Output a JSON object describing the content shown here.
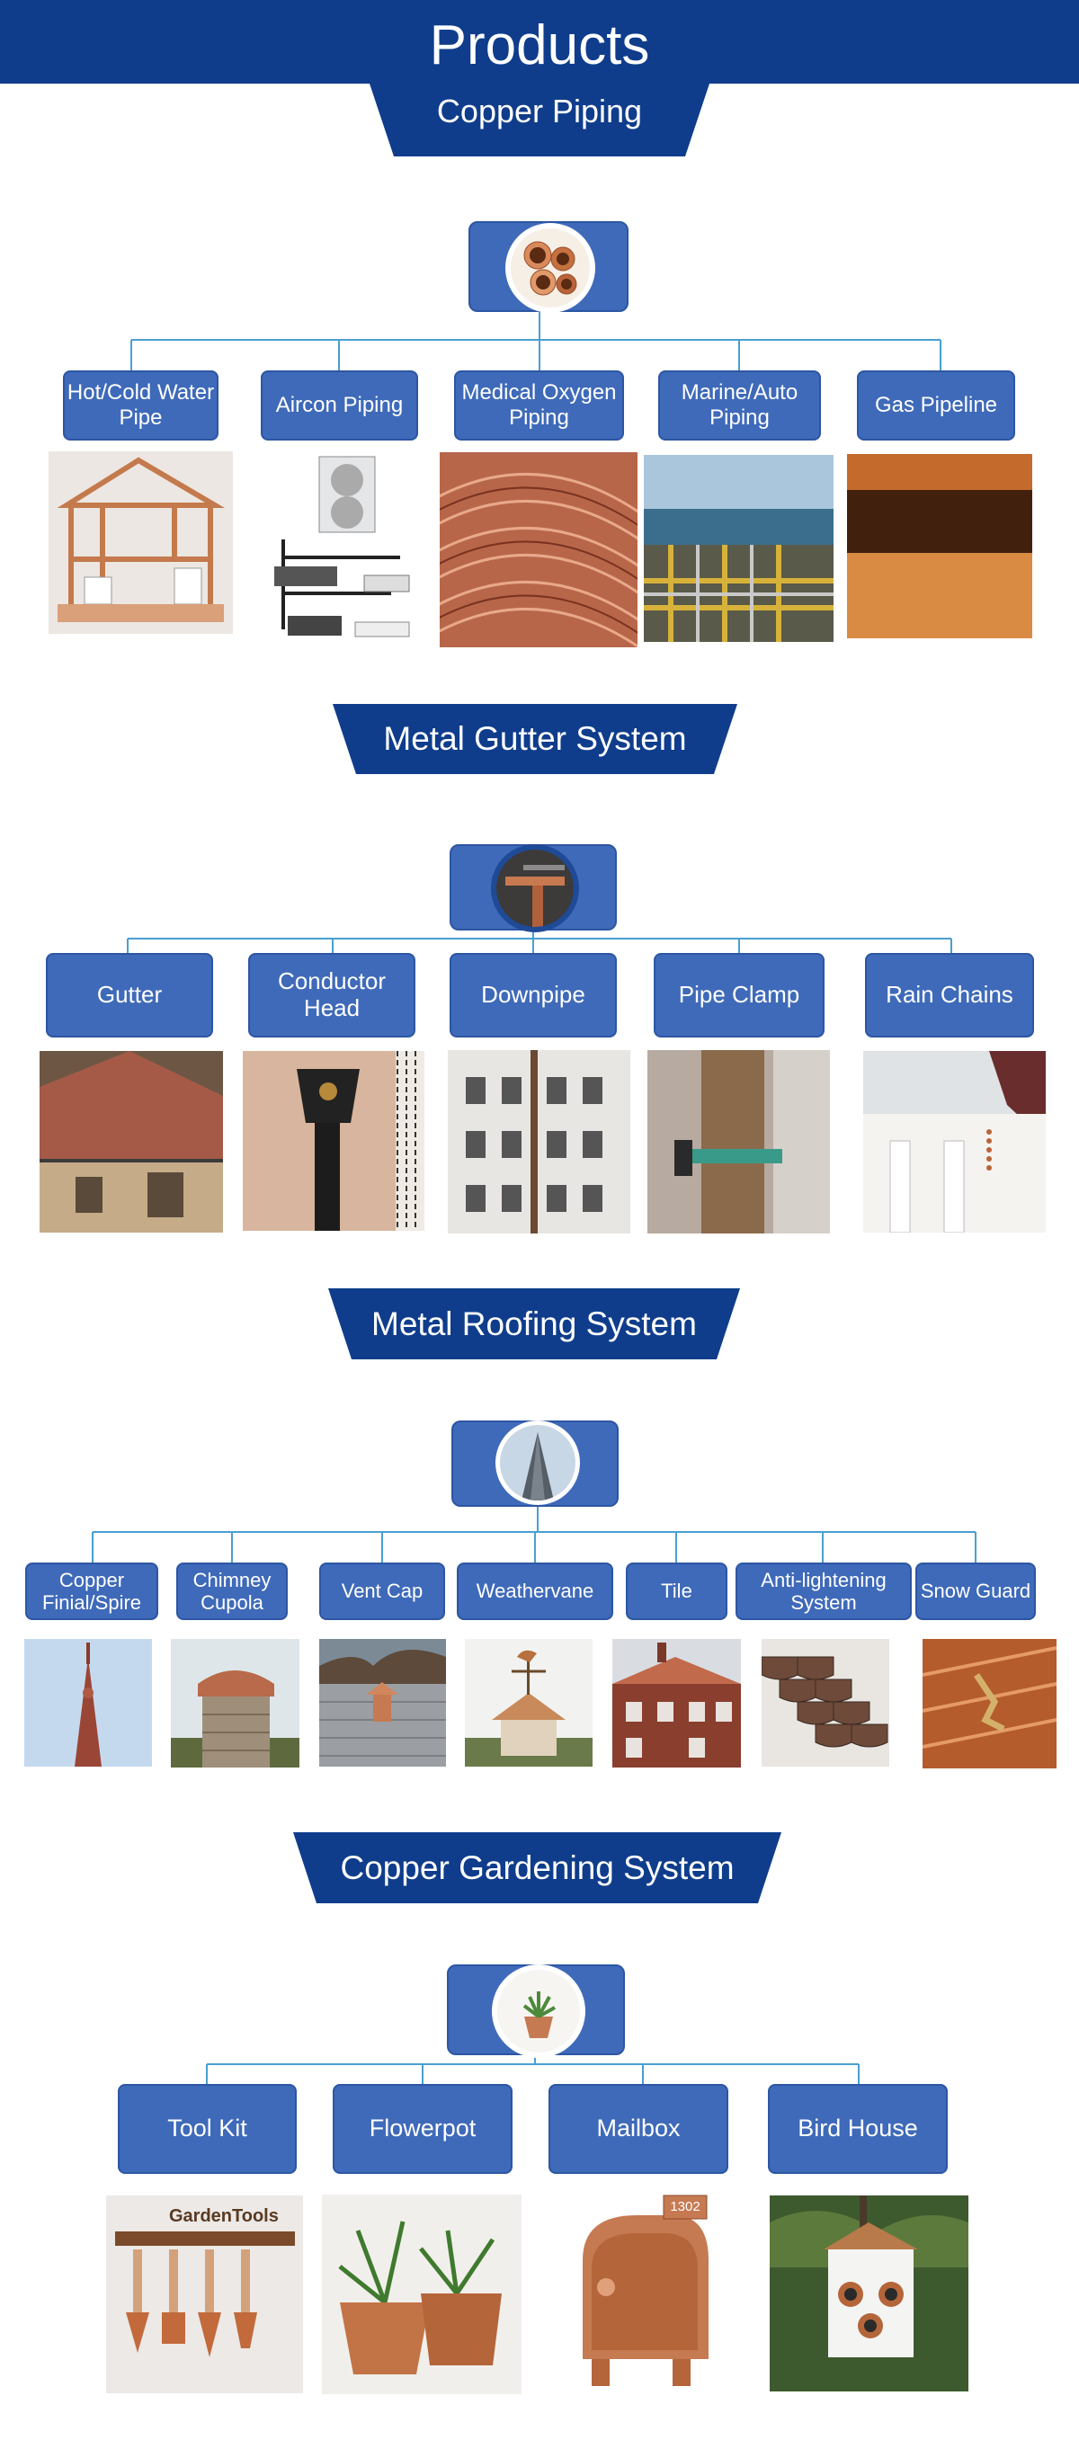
{
  "header": {
    "title": "Products"
  },
  "sections": {
    "copper_piping": {
      "title": "Copper Piping",
      "items": [
        "Hot/Cold Water Pipe",
        "Aircon Piping",
        "Medical Oxygen Piping",
        "Marine/Auto Piping",
        "Gas Pipeline"
      ]
    },
    "gutter": {
      "title": "Metal Gutter System",
      "items": [
        "Gutter",
        "Conductor Head",
        "Downpipe",
        "Pipe Clamp",
        "Rain Chains"
      ]
    },
    "roofing": {
      "title": "Metal Roofing System",
      "items": [
        "Copper Finial/Spire",
        "Chimney Cupola",
        "Vent Cap",
        "Weathervane",
        "Tile",
        "Anti-lightening System",
        "Snow Guard"
      ]
    },
    "gardening": {
      "title": "Copper Gardening System",
      "items": [
        "Tool Kit",
        "Flowerpot",
        "Mailbox",
        "Bird House"
      ],
      "toolkit_sign": "GardenTools",
      "mailbox_number": "1302"
    }
  },
  "colors": {
    "primary": "#0f3d8c",
    "box": "#3f6ab9",
    "line": "#4a9fd0",
    "copper": "#c7794f"
  }
}
